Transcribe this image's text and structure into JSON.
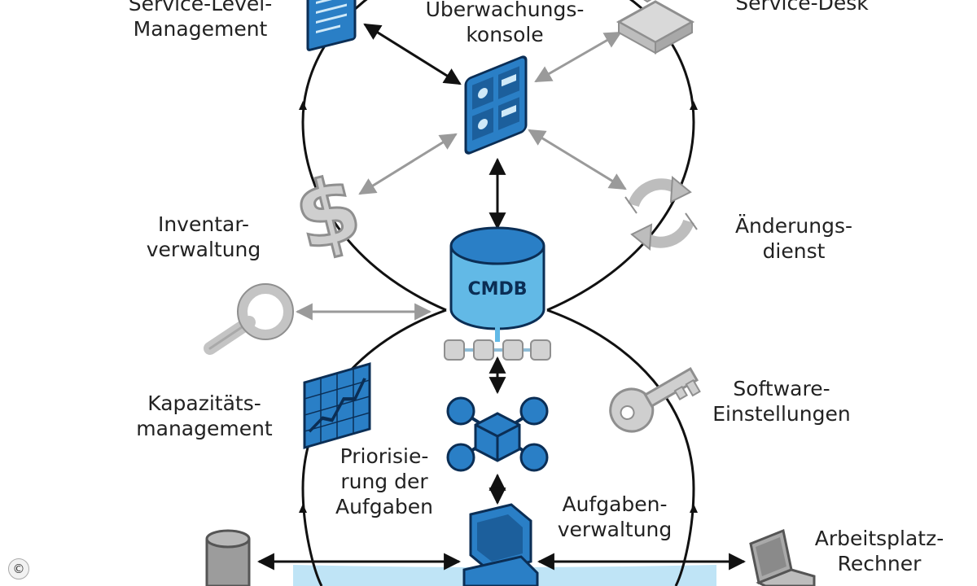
{
  "labels": {
    "service_level_management": [
      "Service-Level-",
      "Management"
    ],
    "ueberwachungskonsole": [
      "Überwachungs-",
      "konsole"
    ],
    "service_desk": [
      "Service-Desk"
    ],
    "inventarverwaltung": [
      "Inventar-",
      "verwaltung"
    ],
    "aenderungsdienst": [
      "Änderungs-",
      "dienst"
    ],
    "kapazitaetsmanagement": [
      "Kapazitäts-",
      "management"
    ],
    "software_einstellungen": [
      "Software-",
      "Einstellungen"
    ],
    "priorisierung": [
      "Priorisie-",
      "rung der",
      "Aufgaben"
    ],
    "aufgabenverwaltung": [
      "Aufgaben-",
      "verwaltung"
    ],
    "arbeitsplatz_rechner": [
      "Arbeitsplatz-",
      "Rechner"
    ]
  },
  "cmdb_label": "CMDB",
  "copyright_symbol": "©",
  "icon_names": [
    "document-icon",
    "monitor-console-icon",
    "computer-icon",
    "dollar-icon",
    "refresh-cycle-icon",
    "database-icon",
    "magnifier-icon",
    "chart-icon",
    "key-icon",
    "network-cube-icon",
    "workstation-icon",
    "server-icon",
    "laptop-icon"
  ],
  "colors": {
    "blue": "#2a7fc6",
    "blue_dark": "#0b2e55",
    "blue_light": "#62b9e6",
    "gray": "#c9c9c9",
    "gray_dark": "#8f8f8f",
    "line": "#111111",
    "pool": "#bfe4f6"
  }
}
